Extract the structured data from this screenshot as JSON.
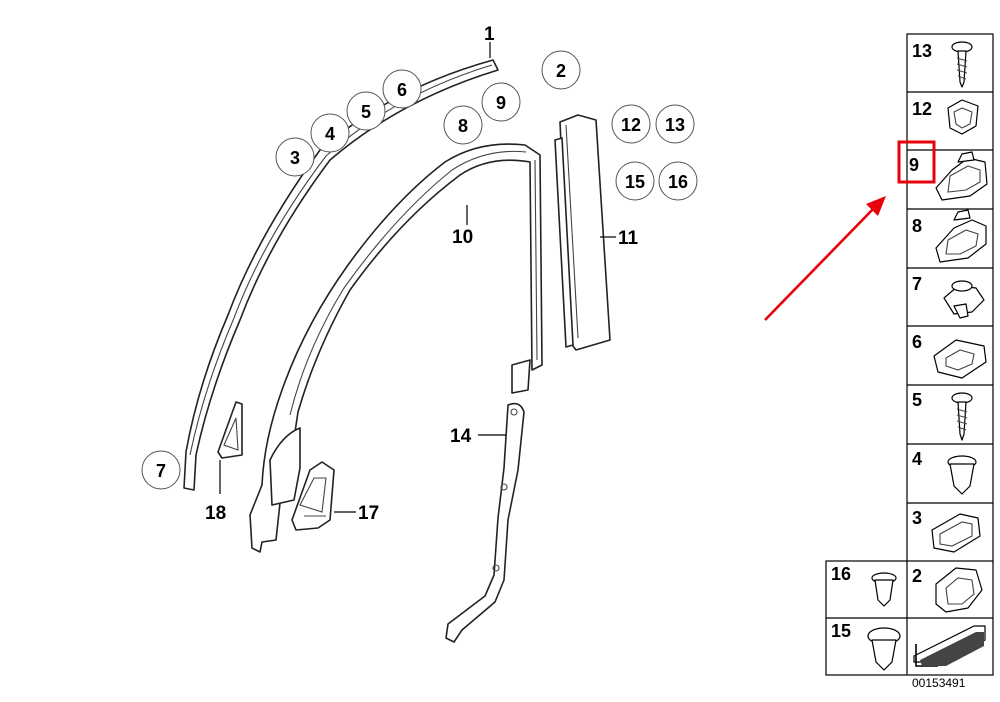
{
  "callouts": {
    "c1": "1",
    "c2": "2",
    "c3": "3",
    "c4": "4",
    "c5": "5",
    "c6": "6",
    "c7": "7",
    "c8": "8",
    "c9": "9",
    "c10": "10",
    "c11": "11",
    "c12": "12",
    "c13": "13",
    "c14": "14",
    "c15": "15",
    "c16": "16",
    "c17": "17",
    "c18": "18"
  },
  "legend": {
    "r13": "13",
    "r12": "12",
    "r9": "9",
    "r8": "8",
    "r7": "7",
    "r6": "6",
    "r5": "5",
    "r4": "4",
    "r3": "3",
    "r2": "2",
    "r16": "16",
    "r15": "15"
  },
  "highlight": {
    "color": "#e8000b",
    "arrow_color": "#e8000b"
  },
  "reference_number": "00153491",
  "icons": [
    "screw-icon",
    "clip-nut-icon",
    "retainer-clip-icon",
    "expanding-rivet-icon",
    "arrow-icon"
  ]
}
